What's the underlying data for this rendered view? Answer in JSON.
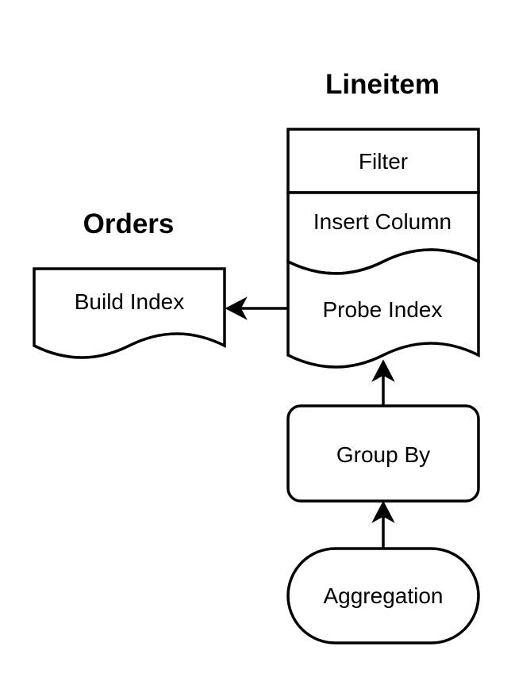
{
  "tables": {
    "lineitem": {
      "title": "Lineitem",
      "steps": {
        "filter": "Filter",
        "insert_column": "Insert Column",
        "probe_index": "Probe Index"
      }
    },
    "orders": {
      "title": "Orders",
      "steps": {
        "build_index": "Build Index"
      }
    }
  },
  "operators": {
    "group_by": "Group By",
    "aggregation": "Aggregation"
  }
}
